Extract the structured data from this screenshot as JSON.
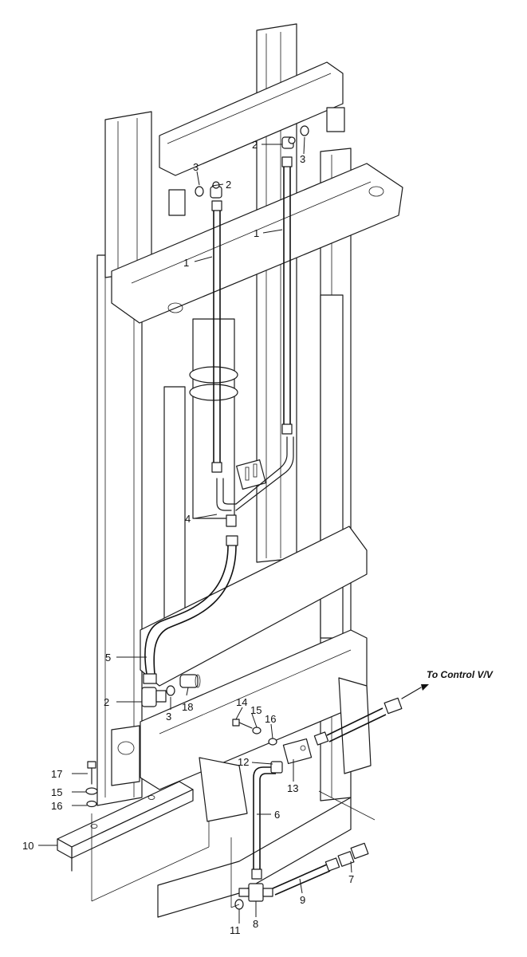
{
  "labels": {
    "l1a": "1",
    "l1b": "1",
    "l2a": "2",
    "l2b": "2",
    "l2c": "2",
    "l3a": "3",
    "l3b": "3",
    "l3c": "3",
    "l4": "4",
    "l5": "5",
    "l6": "6",
    "l7": "7",
    "l8": "8",
    "l9": "9",
    "l10": "10",
    "l11": "11",
    "l12": "12",
    "l13": "13",
    "l14": "14",
    "l15a": "15",
    "l15b": "15",
    "l16a": "16",
    "l16b": "16",
    "l17": "17",
    "l18": "18"
  },
  "note": "To Control V/V"
}
